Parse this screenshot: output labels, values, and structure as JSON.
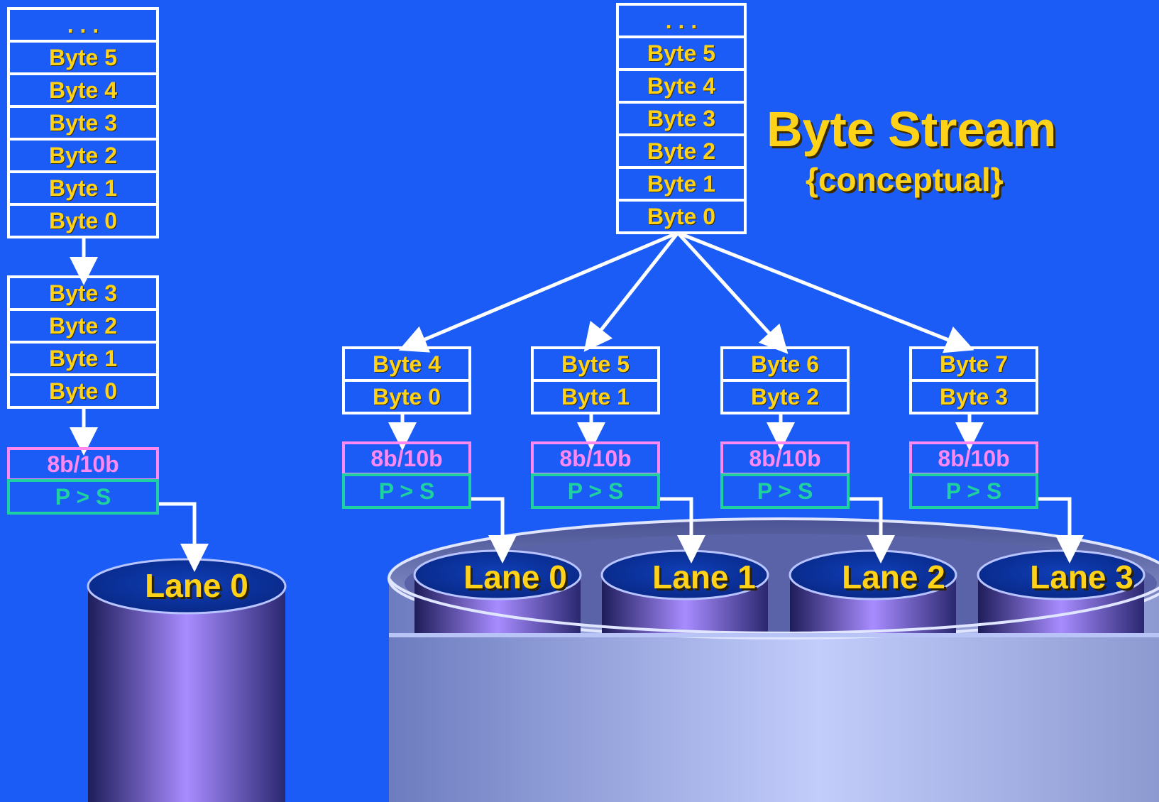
{
  "left_stream": {
    "top_stack": [
      ". . .",
      "Byte 5",
      "Byte 4",
      "Byte 3",
      "Byte 2",
      "Byte 1",
      "Byte 0"
    ],
    "buffer": [
      "Byte 3",
      "Byte 2",
      "Byte 1",
      "Byte 0"
    ],
    "encoder": "8b/10b",
    "serializer": "P > S",
    "lane": "Lane 0"
  },
  "right_stream": {
    "top_stack": [
      ". . .",
      "Byte 5",
      "Byte 4",
      "Byte 3",
      "Byte 2",
      "Byte 1",
      "Byte 0"
    ],
    "title": "Byte Stream",
    "subtitle": "{conceptual}",
    "lanes": [
      {
        "bytes": [
          "Byte 4",
          "Byte 0"
        ],
        "encoder": "8b/10b",
        "serializer": "P > S",
        "lane": "Lane 0"
      },
      {
        "bytes": [
          "Byte 5",
          "Byte 1"
        ],
        "encoder": "8b/10b",
        "serializer": "P > S",
        "lane": "Lane 1"
      },
      {
        "bytes": [
          "Byte 6",
          "Byte 2"
        ],
        "encoder": "8b/10b",
        "serializer": "P > S",
        "lane": "Lane 2"
      },
      {
        "bytes": [
          "Byte 7",
          "Byte 3"
        ],
        "encoder": "8b/10b",
        "serializer": "P > S",
        "lane": "Lane 3"
      }
    ]
  },
  "colors": {
    "background": "#1a5cf5",
    "byte_text": "#ffd21a",
    "encoder": "#ff88f2",
    "serializer": "#1fd0a0",
    "box_border": "#ffffff"
  }
}
